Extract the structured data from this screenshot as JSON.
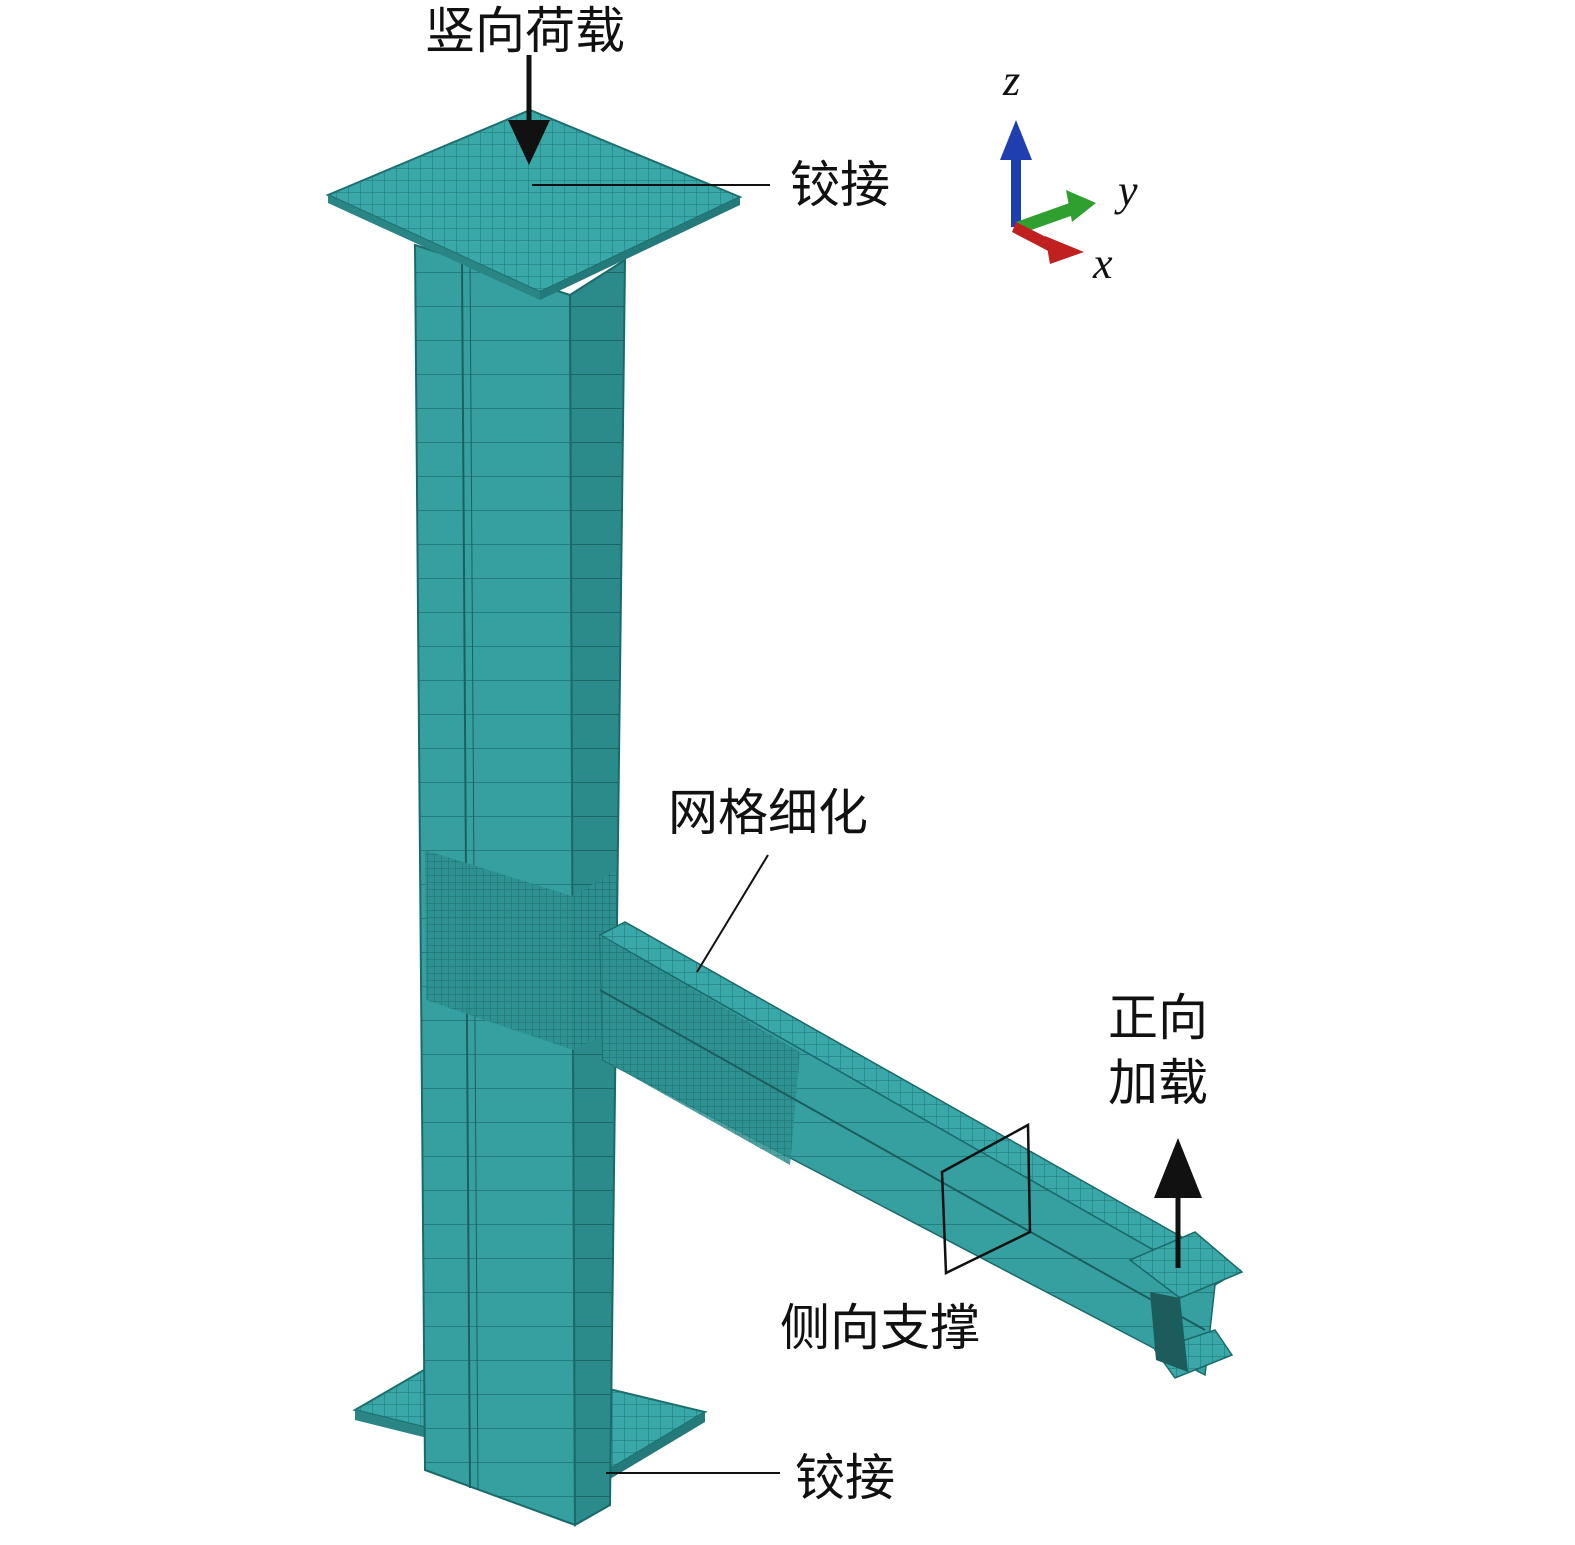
{
  "labels": {
    "vertical_load": "竖向荷载",
    "hinge_top": "铰接",
    "hinge_bottom": "铰接",
    "mesh_refine": "网格细化",
    "positive_load_line1": "正向",
    "positive_load_line2": "加载",
    "lateral_support": "侧向支撑"
  },
  "axes": {
    "z": "z",
    "y": "y",
    "x": "x"
  },
  "colors": {
    "mesh": "#33a3a3",
    "mesh_dark": "#1f7878",
    "mesh_light": "#4cc0c0",
    "axis_z": "#1f3fb0",
    "axis_y": "#2fa02f",
    "axis_x": "#c02020"
  },
  "icons": {
    "load_down": "arrow-down-icon",
    "load_up": "arrow-up-icon",
    "triad": "axis-triad-icon"
  }
}
